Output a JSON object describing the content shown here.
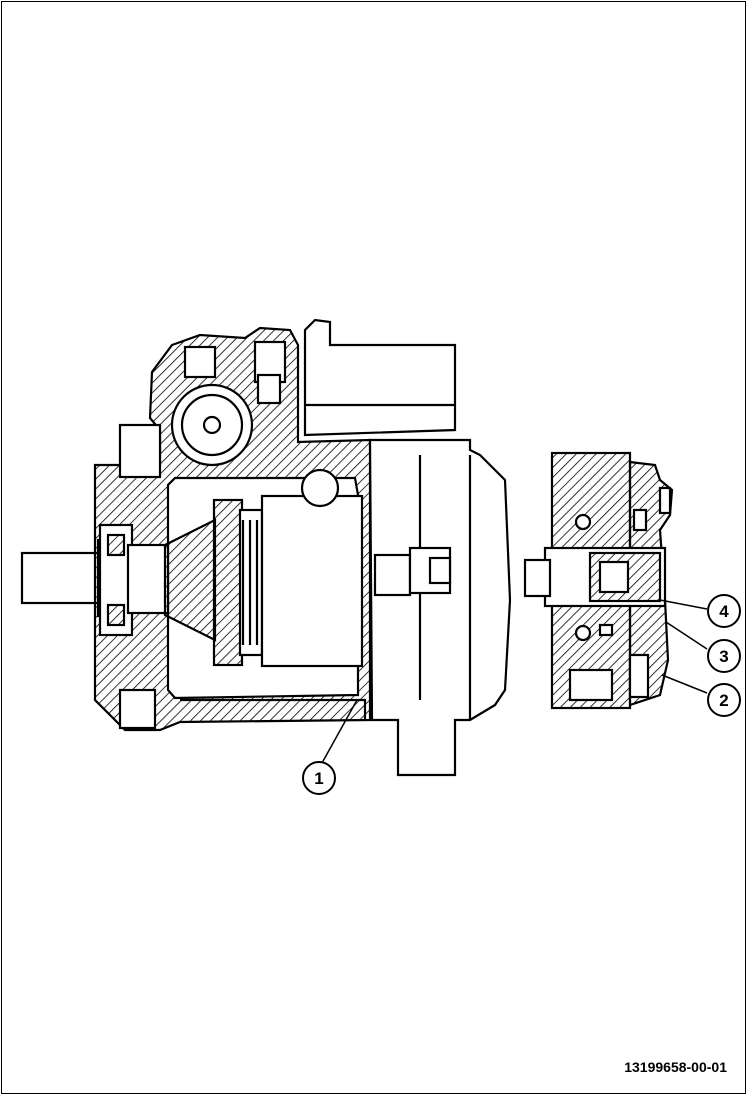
{
  "figure": {
    "id": "13199658-00-01"
  },
  "callouts": [
    {
      "label": "1"
    },
    {
      "label": "4"
    },
    {
      "label": "3"
    },
    {
      "label": "2"
    }
  ],
  "colors": {
    "line": "#000000",
    "background": "#ffffff"
  }
}
